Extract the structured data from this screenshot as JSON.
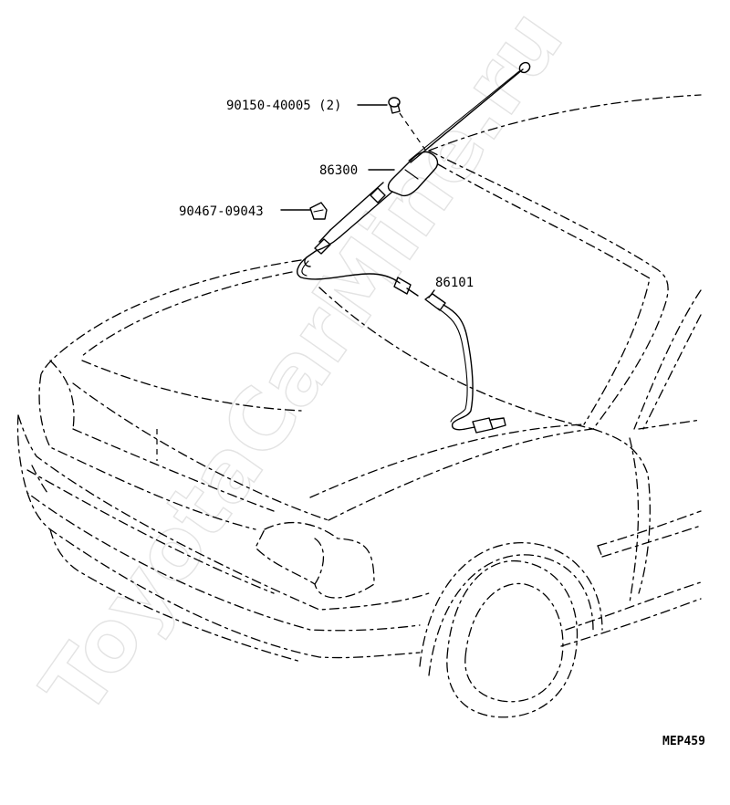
{
  "parts": [
    {
      "label": "90150-40005 (2)"
    },
    {
      "label": "86300"
    },
    {
      "label": "90467-09043"
    },
    {
      "label": "86101"
    }
  ],
  "diagram_code": "MEP459",
  "watermark": "ToyotaCarMine.ru"
}
